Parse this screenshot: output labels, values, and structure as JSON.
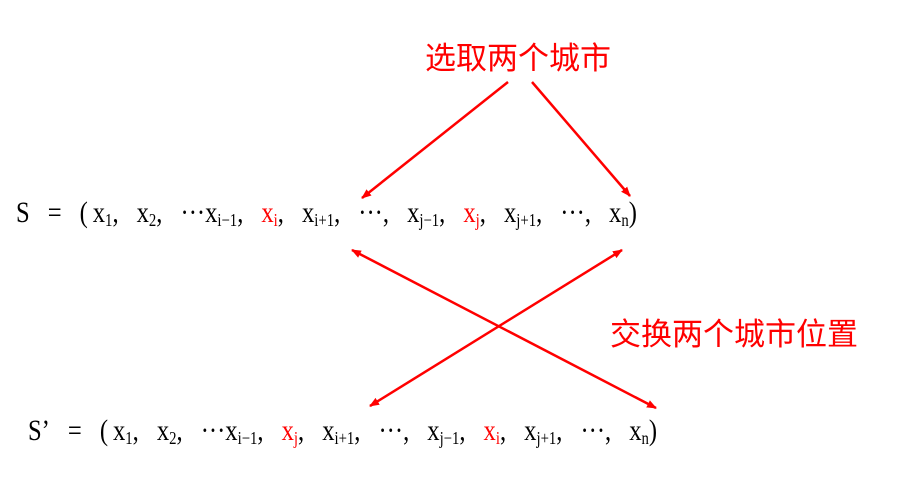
{
  "top_label": "选取两个城市",
  "swap_label": "交换两个城市位置",
  "accent_color": "#ff0000",
  "row_s": {
    "lhs": "S",
    "eq": "=",
    "open": "(",
    "close": ")",
    "terms": [
      {
        "base": "x",
        "sub": "1",
        "suffix": ",",
        "highlight": false
      },
      {
        "base": "x",
        "sub": "2",
        "suffix": ",",
        "highlight": false
      },
      {
        "base": "···x",
        "sub": "i−1",
        "suffix": ",",
        "highlight": false
      },
      {
        "base": "x",
        "sub": "i",
        "suffix": ",",
        "highlight": true
      },
      {
        "base": "x",
        "sub": "i+1",
        "suffix": ",",
        "highlight": false
      },
      {
        "base": "···",
        "sub": "",
        "suffix": ",",
        "highlight": false
      },
      {
        "base": "x",
        "sub": "j−1",
        "suffix": ",",
        "highlight": false
      },
      {
        "base": "x",
        "sub": "j",
        "suffix": ",",
        "highlight": true
      },
      {
        "base": "x",
        "sub": "j+1",
        "suffix": ",",
        "highlight": false
      },
      {
        "base": "···",
        "sub": "",
        "suffix": ",",
        "highlight": false
      },
      {
        "base": "x",
        "sub": "n",
        "suffix": "",
        "highlight": false
      }
    ]
  },
  "row_s_prime": {
    "lhs": "S’",
    "eq": "=",
    "open": "(",
    "close": ")",
    "terms": [
      {
        "base": "x",
        "sub": "1",
        "suffix": ",",
        "highlight": false
      },
      {
        "base": "x",
        "sub": "2",
        "suffix": ",",
        "highlight": false
      },
      {
        "base": "···x",
        "sub": "i−1",
        "suffix": ",",
        "highlight": false
      },
      {
        "base": "x",
        "sub": "j",
        "suffix": ",",
        "highlight": true
      },
      {
        "base": "x",
        "sub": "i+1",
        "suffix": ",",
        "highlight": false
      },
      {
        "base": "···",
        "sub": "",
        "suffix": ",",
        "highlight": false
      },
      {
        "base": "x",
        "sub": "j−1",
        "suffix": ",",
        "highlight": false
      },
      {
        "base": "x",
        "sub": "i",
        "suffix": ",",
        "highlight": true
      },
      {
        "base": "x",
        "sub": "j+1",
        "suffix": ",",
        "highlight": false
      },
      {
        "base": "···",
        "sub": "",
        "suffix": ",",
        "highlight": false
      },
      {
        "base": "x",
        "sub": "n",
        "suffix": "",
        "highlight": false
      }
    ]
  }
}
